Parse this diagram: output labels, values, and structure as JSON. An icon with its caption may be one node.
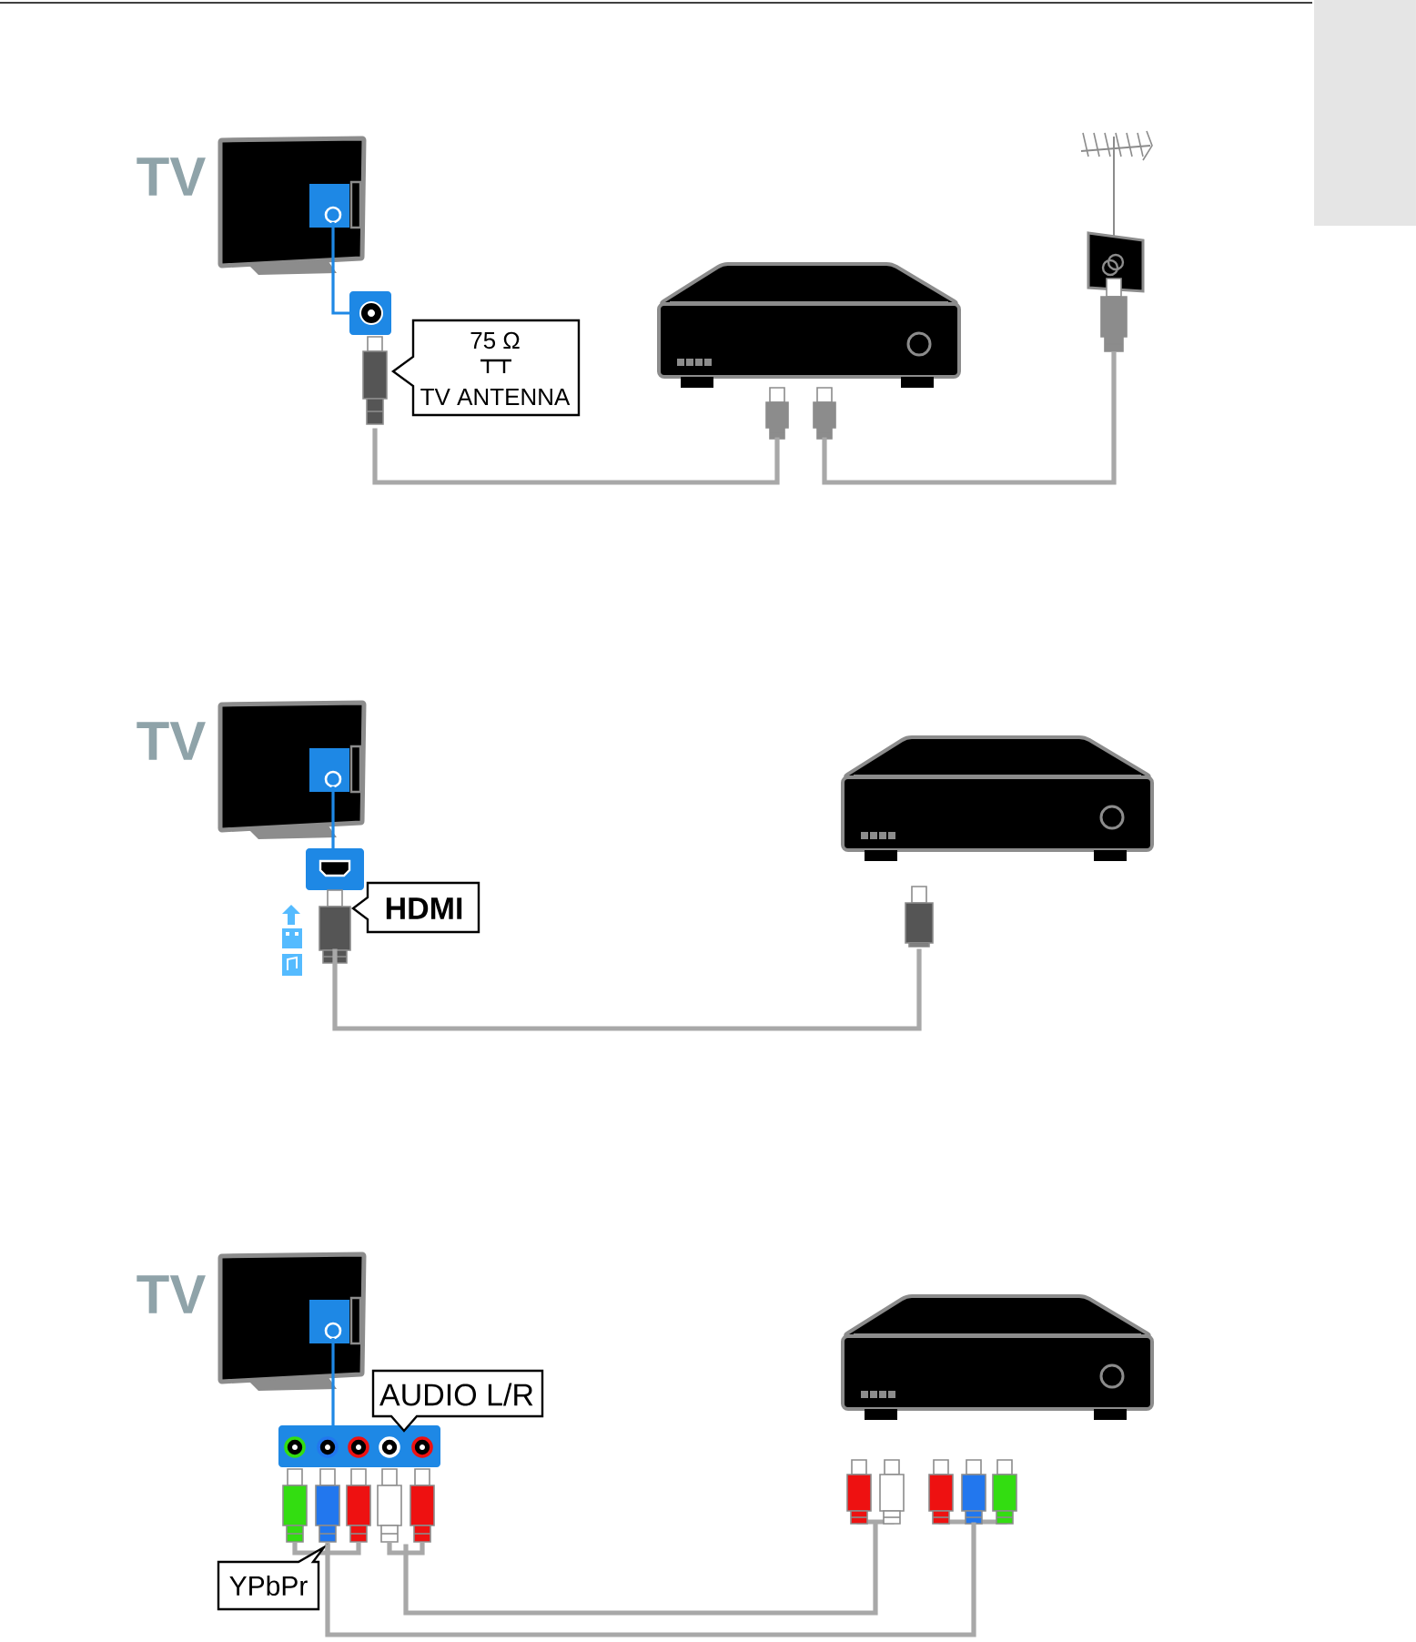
{
  "diagram": {
    "nodes": [
      {
        "text": [],
        "shape": "picture",
        "beside": [
          "TV"
        ]
      },
      {
        "text": [
          "75 Ω",
          "TV ANTENNA"
        ]
      },
      {
        "text": [],
        "shape": "picture"
      },
      {
        "text": [],
        "shape": "picture"
      },
      {
        "text": [],
        "shape": "picture",
        "beside": [
          "TV"
        ]
      },
      {
        "text": [
          "HDMI"
        ]
      },
      {
        "text": [],
        "shape": "picture"
      },
      {
        "text": [],
        "shape": "picture",
        "beside": [
          "TV"
        ]
      },
      {
        "text": [
          "AUDIO L/R"
        ]
      },
      {
        "text": [
          "YPbPr"
        ]
      },
      {
        "text": [],
        "shape": "picture"
      }
    ],
    "edges": [
      {
        "from": 0,
        "to": 2,
        "arrow": "none"
      },
      {
        "from": 2,
        "to": 3,
        "arrow": "none"
      },
      {
        "from": 4,
        "to": 6,
        "arrow": "none"
      },
      {
        "from": 7,
        "to": 10,
        "arrow": "none"
      },
      {
        "from": 7,
        "to": 10,
        "arrow": "none"
      }
    ]
  }
}
